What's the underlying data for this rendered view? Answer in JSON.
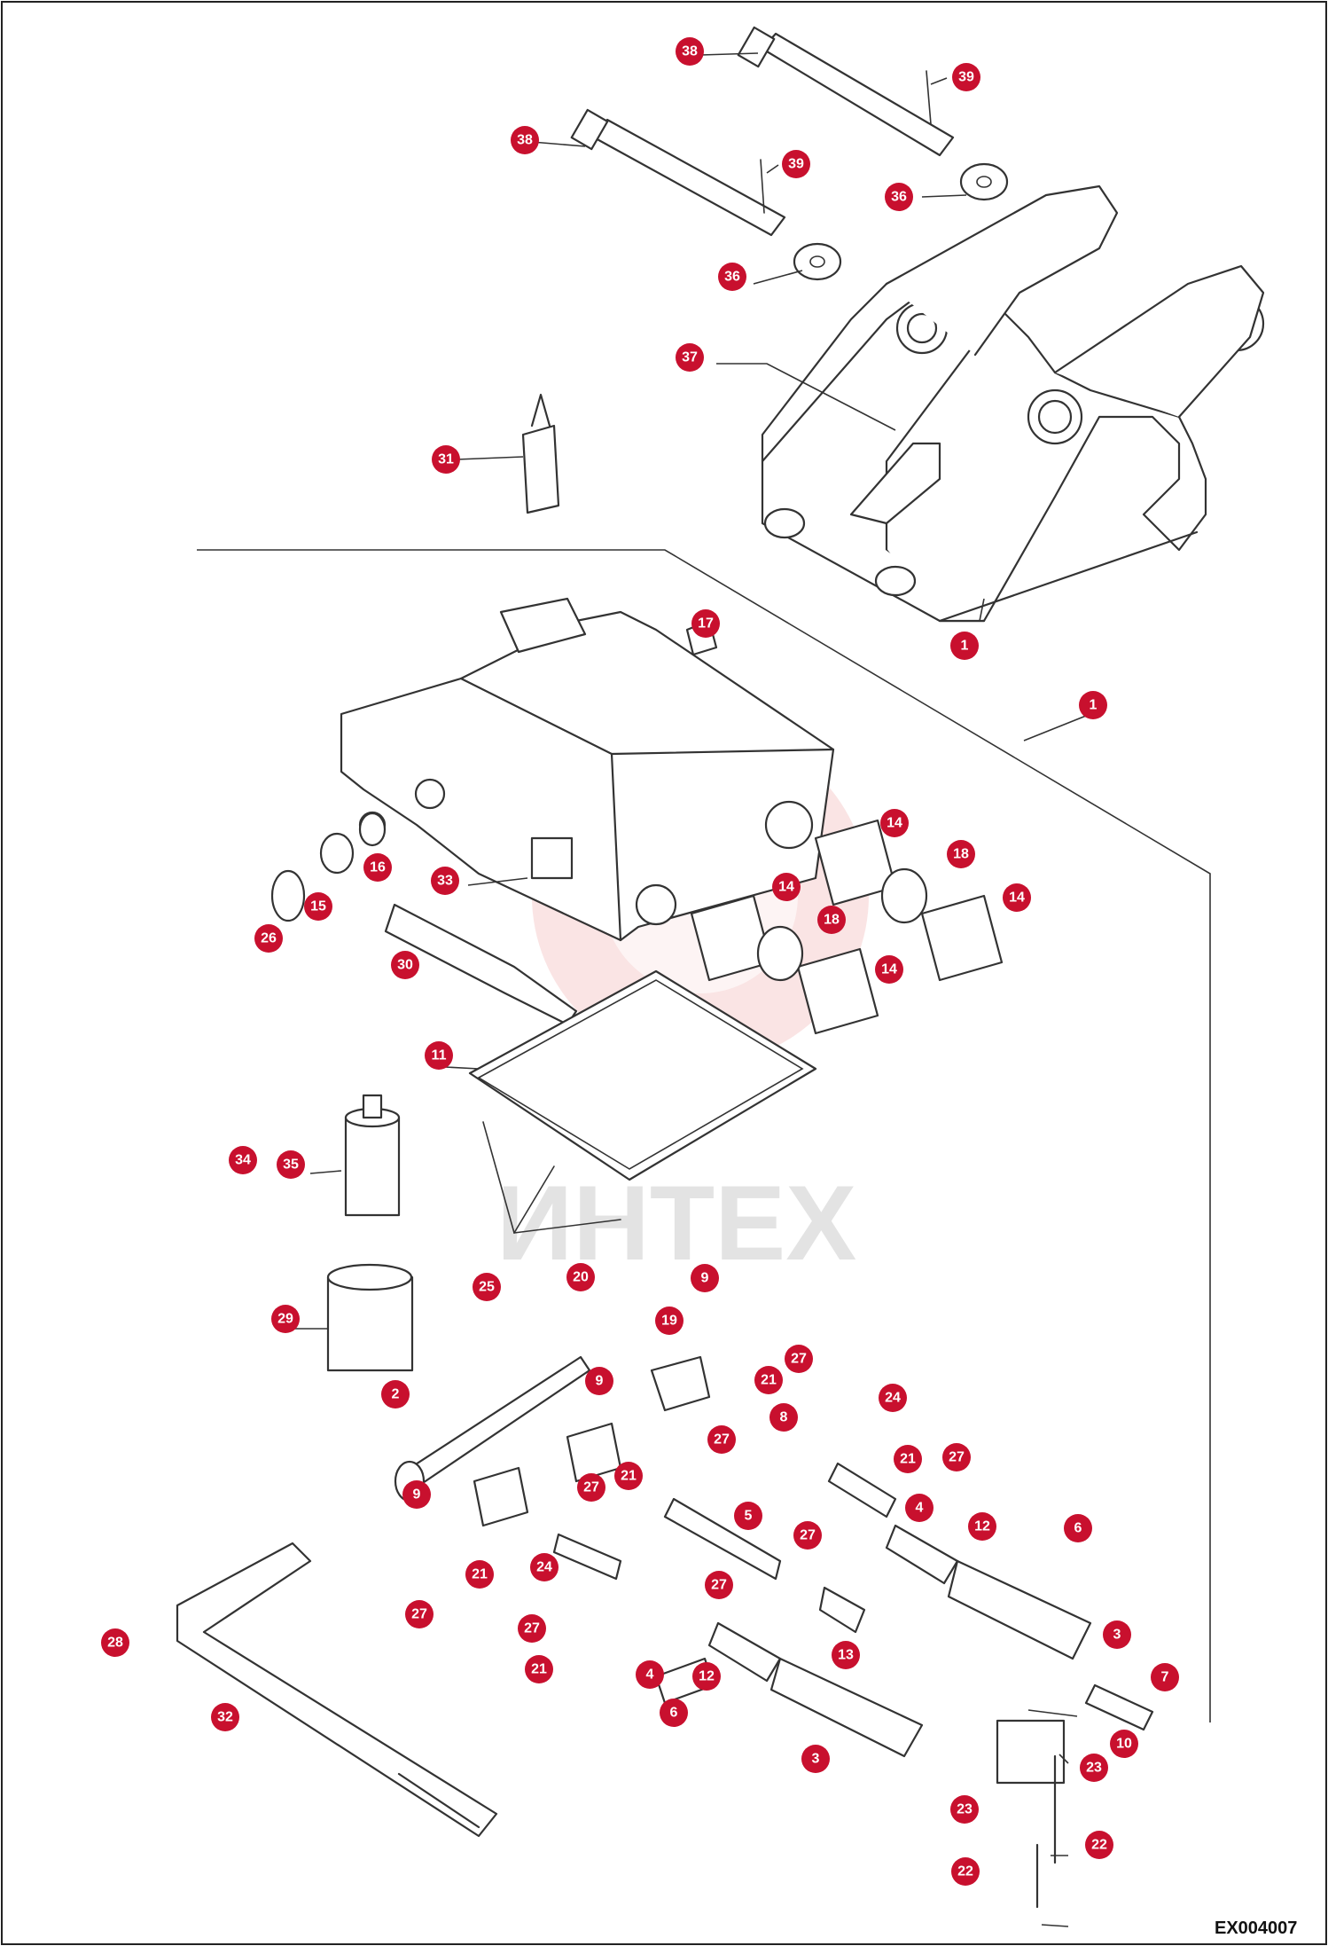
{
  "diagram_code": "EX004007",
  "watermark": "ИНТЕХ",
  "callouts": [
    {
      "label": "38"
    },
    {
      "label": "39"
    },
    {
      "label": "38"
    },
    {
      "label": "39"
    },
    {
      "label": "36"
    },
    {
      "label": "36"
    },
    {
      "label": "37"
    },
    {
      "label": "31"
    },
    {
      "label": "1"
    },
    {
      "label": "17"
    },
    {
      "label": "1"
    },
    {
      "label": "14"
    },
    {
      "label": "18"
    },
    {
      "label": "14"
    },
    {
      "label": "14"
    },
    {
      "label": "18"
    },
    {
      "label": "14"
    },
    {
      "label": "16"
    },
    {
      "label": "15"
    },
    {
      "label": "26"
    },
    {
      "label": "33"
    },
    {
      "label": "30"
    },
    {
      "label": "11"
    },
    {
      "label": "34"
    },
    {
      "label": "35"
    },
    {
      "label": "25"
    },
    {
      "label": "20"
    },
    {
      "label": "9"
    },
    {
      "label": "19"
    },
    {
      "label": "29"
    },
    {
      "label": "9"
    },
    {
      "label": "27"
    },
    {
      "label": "21"
    },
    {
      "label": "2"
    },
    {
      "label": "8"
    },
    {
      "label": "24"
    },
    {
      "label": "27"
    },
    {
      "label": "21"
    },
    {
      "label": "27"
    },
    {
      "label": "21"
    },
    {
      "label": "9"
    },
    {
      "label": "4"
    },
    {
      "label": "27"
    },
    {
      "label": "5"
    },
    {
      "label": "27"
    },
    {
      "label": "12"
    },
    {
      "label": "6"
    },
    {
      "label": "24"
    },
    {
      "label": "21"
    },
    {
      "label": "27"
    },
    {
      "label": "27"
    },
    {
      "label": "13"
    },
    {
      "label": "3"
    },
    {
      "label": "28"
    },
    {
      "label": "27"
    },
    {
      "label": "21"
    },
    {
      "label": "4"
    },
    {
      "label": "12"
    },
    {
      "label": "7"
    },
    {
      "label": "6"
    },
    {
      "label": "32"
    },
    {
      "label": "3"
    },
    {
      "label": "10"
    },
    {
      "label": "23"
    },
    {
      "label": "23"
    },
    {
      "label": "22"
    },
    {
      "label": "22"
    }
  ]
}
